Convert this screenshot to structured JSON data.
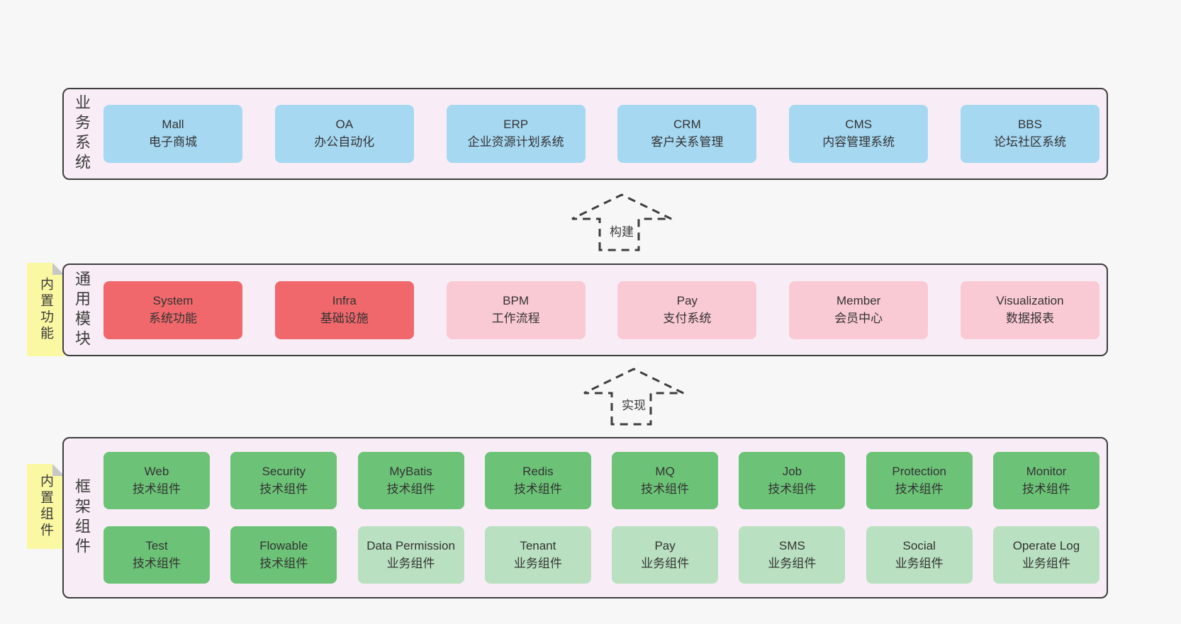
{
  "business": {
    "label": "业务系统",
    "items": [
      {
        "en": "Mall",
        "zh": "电子商城"
      },
      {
        "en": "OA",
        "zh": "办公自动化"
      },
      {
        "en": "ERP",
        "zh": "企业资源计划系统"
      },
      {
        "en": "CRM",
        "zh": "客户关系管理"
      },
      {
        "en": "CMS",
        "zh": "内容管理系统"
      },
      {
        "en": "BBS",
        "zh": "论坛社区系统"
      }
    ]
  },
  "modules": {
    "label": "通用模块",
    "items": [
      {
        "en": "System",
        "zh": "系统功能"
      },
      {
        "en": "Infra",
        "zh": "基础设施"
      },
      {
        "en": "BPM",
        "zh": "工作流程"
      },
      {
        "en": "Pay",
        "zh": "支付系统"
      },
      {
        "en": "Member",
        "zh": "会员中心"
      },
      {
        "en": "Visualization",
        "zh": "数据报表"
      }
    ]
  },
  "framework": {
    "label": "框架组件",
    "row1": [
      {
        "en": "Web",
        "zh": "技术组件"
      },
      {
        "en": "Security",
        "zh": "技术组件"
      },
      {
        "en": "MyBatis",
        "zh": "技术组件"
      },
      {
        "en": "Redis",
        "zh": "技术组件"
      },
      {
        "en": "MQ",
        "zh": "技术组件"
      },
      {
        "en": "Job",
        "zh": "技术组件"
      },
      {
        "en": "Protection",
        "zh": "技术组件"
      },
      {
        "en": "Monitor",
        "zh": "技术组件"
      }
    ],
    "row2": [
      {
        "en": "Test",
        "zh": "技术组件"
      },
      {
        "en": "Flowable",
        "zh": "技术组件"
      },
      {
        "en": "Data Permission",
        "zh": "业务组件"
      },
      {
        "en": "Tenant",
        "zh": "业务组件"
      },
      {
        "en": "Pay",
        "zh": "业务组件"
      },
      {
        "en": "SMS",
        "zh": "业务组件"
      },
      {
        "en": "Social",
        "zh": "业务组件"
      },
      {
        "en": "Operate Log",
        "zh": "业务组件"
      }
    ]
  },
  "notes": {
    "builtin_features": "内置功能",
    "builtin_components": "内置组件"
  },
  "arrows": {
    "build": "构建",
    "implement": "实现"
  },
  "colors": {
    "page_bg": "#f7f7f7",
    "panel_bg": "#f8edf6",
    "panel_border": "#3e3e3e",
    "box_blue": "#a6d8f2",
    "box_red": "#f0686b",
    "box_pink": "#facad4",
    "box_green": "#6cc377",
    "box_light_green": "#b9e0c0",
    "sticky_yellow": "#fbf8a3",
    "sticky_fold_gray": "#c7c7c7",
    "text": "#333333"
  }
}
